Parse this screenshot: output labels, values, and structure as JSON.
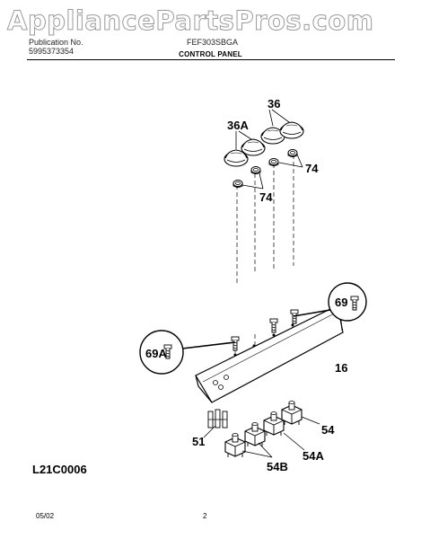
{
  "watermark": "AppliancePartsPros.com",
  "header": {
    "left_line1": "Publication No.",
    "left_line2": "5995373354",
    "center": "FEF303SBGA",
    "title": "CONTROL PANEL"
  },
  "callouts": {
    "knob": "36",
    "knob_alt": "36A",
    "spring_left": "74",
    "spring_right": "74",
    "screw": "69",
    "screw_alt": "69A",
    "panel": "16",
    "switch_a": "51",
    "switch_b": "54",
    "switch_c": "54A",
    "switch_d": "54B"
  },
  "diagram_code": "L21C0006",
  "footer": {
    "date": "05/02",
    "page": "2"
  }
}
